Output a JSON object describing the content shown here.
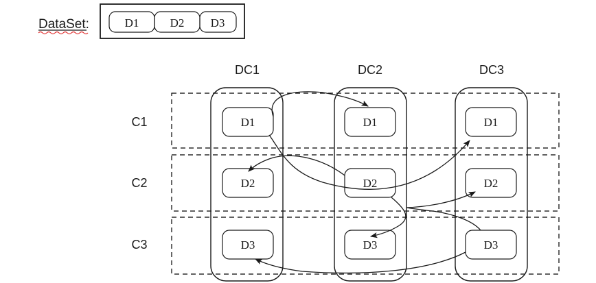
{
  "diagram": {
    "title_label": "DataSet:",
    "dataset": {
      "label": "DataSet:",
      "items": [
        "D1",
        "D2",
        "D3"
      ],
      "spellcheck_underline_color": "#e03030",
      "underline_color": "#000000"
    },
    "column_headers": [
      "DC1",
      "DC2",
      "DC3"
    ],
    "row_labels": [
      "C1",
      "C2",
      "C3"
    ],
    "grid": {
      "rows": [
        {
          "label": "C1",
          "cells": [
            "D1",
            "D1",
            "D1"
          ]
        },
        {
          "label": "C2",
          "cells": [
            "D2",
            "D2",
            "D2"
          ]
        },
        {
          "label": "C3",
          "cells": [
            "D3",
            "D3",
            "D3"
          ]
        }
      ]
    },
    "arrows": [
      {
        "name": "dc1-d1-to-dc2-d1",
        "from": "DC1.D1",
        "to": "DC2.D1"
      },
      {
        "name": "dc1-d1-to-dc3-d1",
        "from": "DC1.D1",
        "to": "DC3.D1"
      },
      {
        "name": "dc2-d2-to-dc1-d2",
        "from": "DC2.D2",
        "to": "DC1.D2"
      },
      {
        "name": "dc2-d2-to-dc2-d3",
        "from": "DC2.D2",
        "to": "DC2.D3"
      },
      {
        "name": "dc3-d3-to-dc1-d3",
        "from": "DC3.D3",
        "to": "DC1.D3"
      },
      {
        "name": "dc3-d3-to-dc3-d2",
        "from": "DC3.D3",
        "to": "DC3.D2"
      }
    ],
    "colors": {
      "stroke": "#1a1a1a",
      "background": "#ffffff",
      "dashed_stroke": "#000000"
    }
  }
}
